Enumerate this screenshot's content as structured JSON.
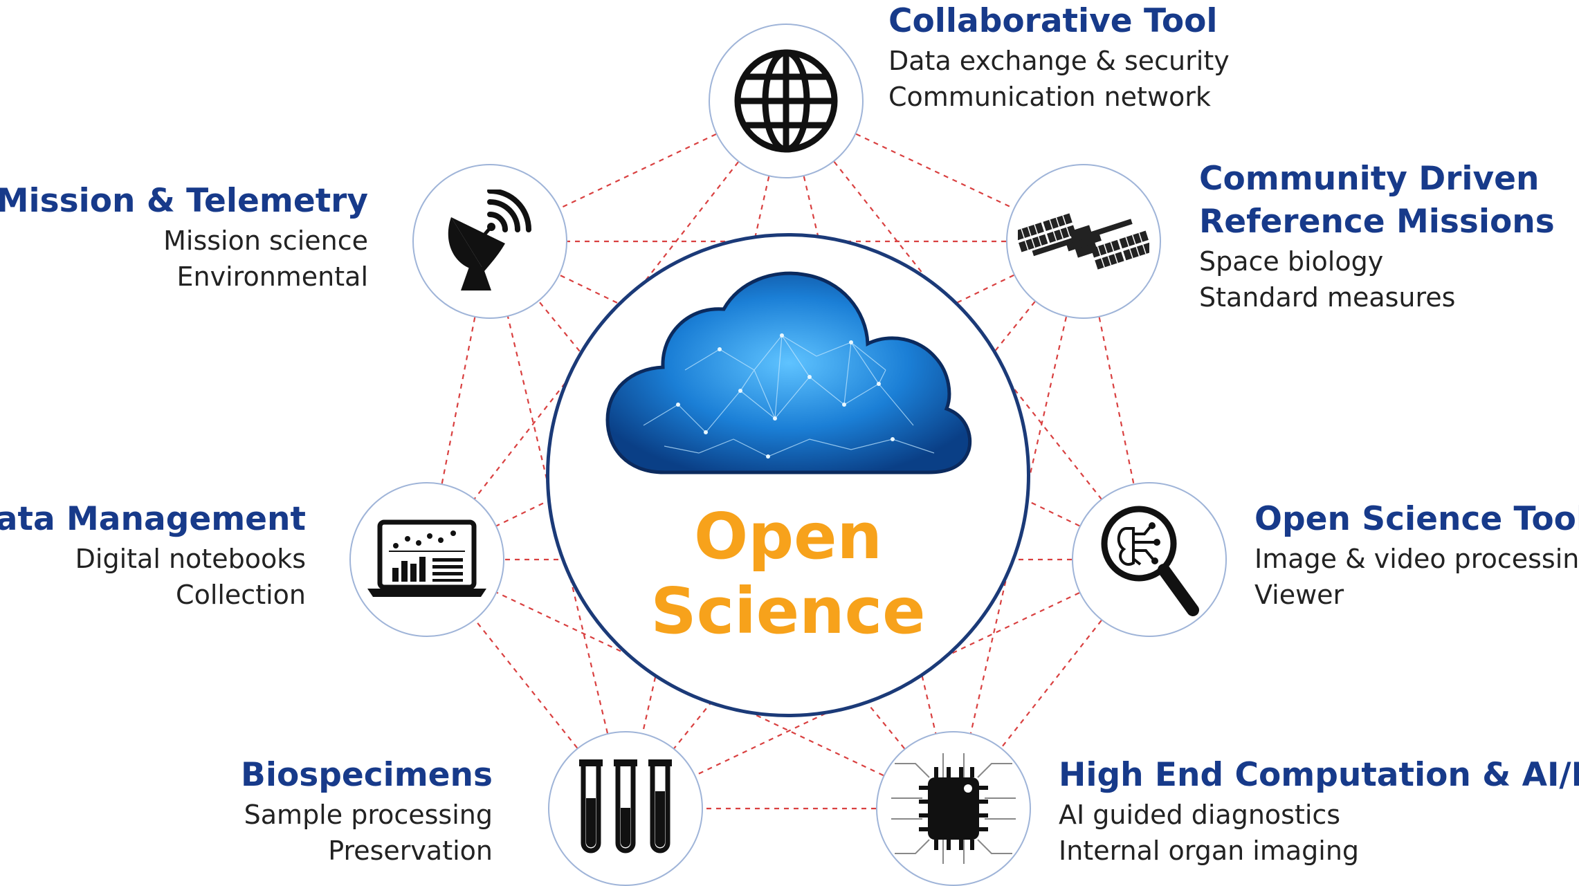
{
  "center": {
    "title_line1": "Open",
    "title_line2": "Science",
    "icon": "cloud-network-icon",
    "title_color": "#f7a21b",
    "border_color": "#1b3a78"
  },
  "nodes": [
    {
      "id": "collaborative-tool",
      "icon": "globe-icon",
      "title": "Collaborative Tool",
      "lines": [
        "Data exchange & security",
        "Communication network"
      ]
    },
    {
      "id": "community-driven",
      "icon": "space-station-icon",
      "title_lines": [
        "Community Driven",
        "Reference Missions"
      ],
      "lines": [
        "Space biology",
        "Standard measures"
      ]
    },
    {
      "id": "open-science-tools",
      "icon": "magnifier-circuit-icon",
      "title": "Open Science Tools",
      "lines": [
        "Image & video processing",
        "Viewer"
      ]
    },
    {
      "id": "high-end-computation",
      "icon": "chip-icon",
      "title": "High End Computation & AI/ML",
      "lines": [
        "AI guided diagnostics",
        "Internal organ imaging"
      ]
    },
    {
      "id": "biospecimens",
      "icon": "test-tubes-icon",
      "title": "Biospecimens",
      "lines": [
        "Sample processing",
        "Preservation"
      ]
    },
    {
      "id": "data-management",
      "icon": "laptop-chart-icon",
      "title": "Data Management",
      "lines": [
        "Digital notebooks",
        "Collection"
      ]
    },
    {
      "id": "mission-telemetry",
      "icon": "satellite-dish-icon",
      "title": "Mission & Telemetry",
      "lines": [
        "Mission science",
        "Environmental"
      ]
    }
  ],
  "colors": {
    "title_blue": "#173a8a",
    "link_red": "#d94040",
    "node_border": "#9fb4d8"
  }
}
